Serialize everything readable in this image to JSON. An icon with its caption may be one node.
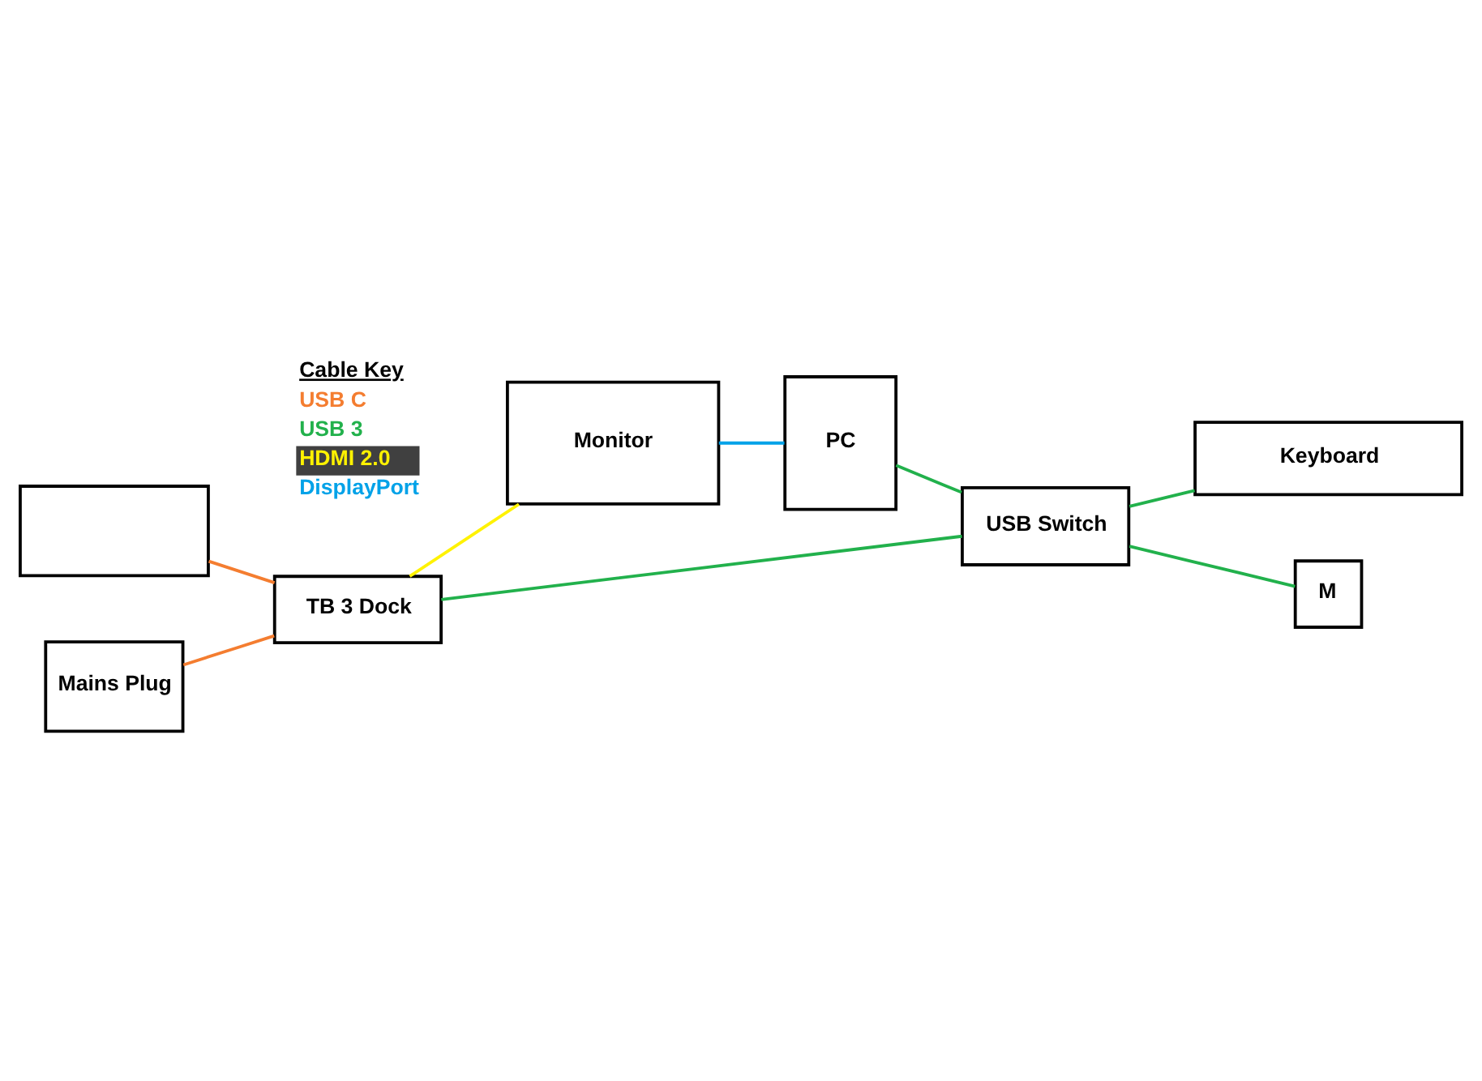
{
  "diagram": {
    "nodes": [
      {
        "text": [
          "Monitor"
        ]
      },
      {
        "text": [],
        "shape": "box"
      },
      {
        "text": [
          "PC"
        ]
      },
      {
        "text": [
          "TB 3 Dock"
        ]
      },
      {
        "text": [
          "Mains Plug"
        ]
      },
      {
        "text": [
          "USB Switch"
        ]
      },
      {
        "text": [
          "Keyboard"
        ]
      },
      {
        "text": [
          "M"
        ]
      }
    ],
    "edges": [
      {
        "from": 1,
        "to": 3,
        "arrow": "none",
        "color": "#f47d30"
      },
      {
        "from": 4,
        "to": 3,
        "arrow": "none",
        "color": "#f47d30"
      },
      {
        "from": 3,
        "to": 0,
        "arrow": "none",
        "color": "#fff200"
      },
      {
        "from": 0,
        "to": 2,
        "arrow": "none",
        "color": "#00a2e8"
      },
      {
        "from": 3,
        "to": 5,
        "arrow": "none",
        "color": "#22b14c"
      },
      {
        "from": 2,
        "to": 5,
        "arrow": "none",
        "color": "#22b14c"
      },
      {
        "from": 5,
        "to": 6,
        "arrow": "none",
        "color": "#22b14c"
      },
      {
        "from": 5,
        "to": 7,
        "arrow": "none",
        "color": "#22b14c"
      }
    ],
    "labels": [
      "Cable Key"
    ],
    "legend": [
      {
        "text": "USB C",
        "color": "#f47d30"
      },
      {
        "text": "USB 3",
        "color": "#22b14c"
      },
      {
        "text": "HDMI 2.0",
        "color": "#fff200"
      },
      {
        "text": "DisplayPort",
        "color": "#00a2e8"
      }
    ]
  }
}
